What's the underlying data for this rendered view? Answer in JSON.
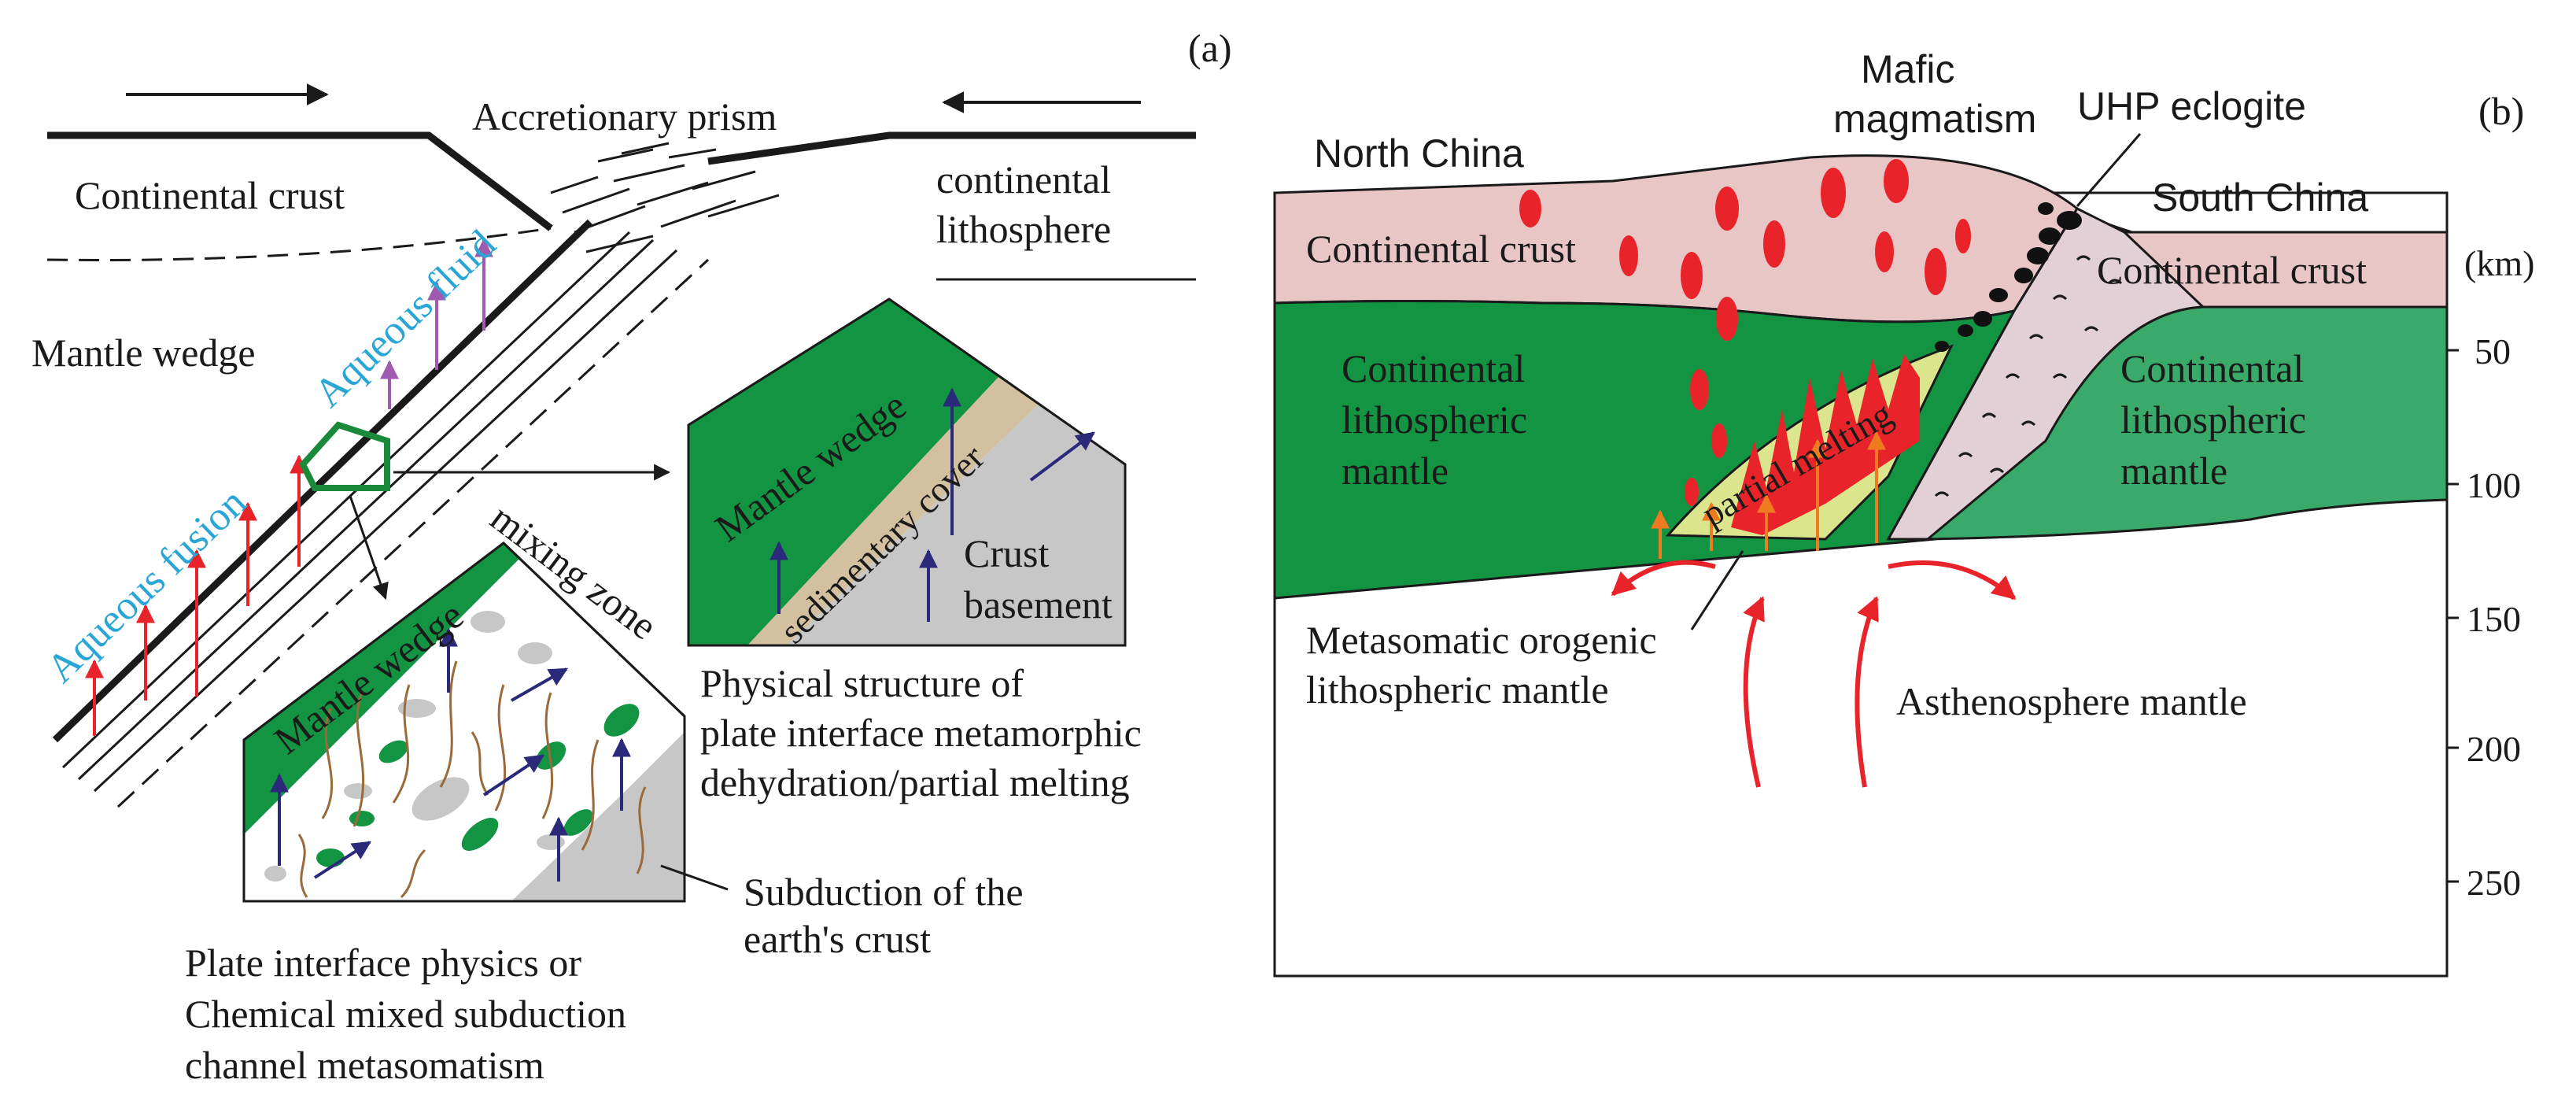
{
  "panel_a": {
    "tag": "(a)",
    "accretionary_prism": "Accretionary prism",
    "continental_crust": "Continental crust",
    "continental_lithosphere_1": "continental",
    "continental_lithosphere_2": "lithosphere",
    "mantle_wedge": "Mantle wedge",
    "aqueous_fluid": "Aqueous fluid",
    "aqueous_fusion": "Aqueous fusion",
    "mixing_zone": "mixing zone",
    "inset_mantle_wedge": "Mantle wedge",
    "sedimentary_cover": "sedimentary cover",
    "crust_basement_1": "Crust",
    "crust_basement_2": "basement",
    "physical_structure_1": "Physical structure of",
    "physical_structure_2": "plate interface metamorphic",
    "physical_structure_3": "dehydration/partial melting",
    "subduction_crust_1": "Subduction of the",
    "subduction_crust_2": "earth's crust",
    "plate_interface_1": "Plate interface physics  or",
    "plate_interface_2": "Chemical mixed subduction",
    "plate_interface_3": "channel metasomatism"
  },
  "panel_b": {
    "tag": "(b)",
    "mafic_1": "Mafic",
    "mafic_2": "magmatism",
    "uhp": "UHP eclogite",
    "north_china": "North China",
    "south_china": "South China",
    "continental_crust_left": "Continental crust",
    "continental_crust_right": "Continental crust",
    "clm_left_1": "Continental",
    "clm_left_2": "lithospheric",
    "clm_left_3": "mantle",
    "clm_right_1": "Continental",
    "clm_right_2": "lithospheric",
    "clm_right_3": "mantle",
    "partial_melting": "partial melting",
    "metasomatic_1": "Metasomatic orogenic",
    "metasomatic_2": "lithospheric mantle",
    "asthenosphere": "Asthenosphere mantle",
    "depth_unit": "(km)",
    "depth_ticks": [
      "50",
      "100",
      "150",
      "200",
      "250"
    ]
  },
  "colors": {
    "crust_pink": "#e8c6c6",
    "mantle_green": "#139443",
    "mantle_green_right": "#3aaa6a",
    "partial_melt_yellow": "#dbe58d",
    "magma_red": "#e8242a",
    "sediment_tan": "#d3c0a0",
    "basement_grey": "#c7c7c7",
    "fluid_blue_text": "#2aa6d6",
    "arrow_navy": "#2b2a7a",
    "arrow_purple": "#a05ab0",
    "box_green": "#1a8a3a"
  }
}
